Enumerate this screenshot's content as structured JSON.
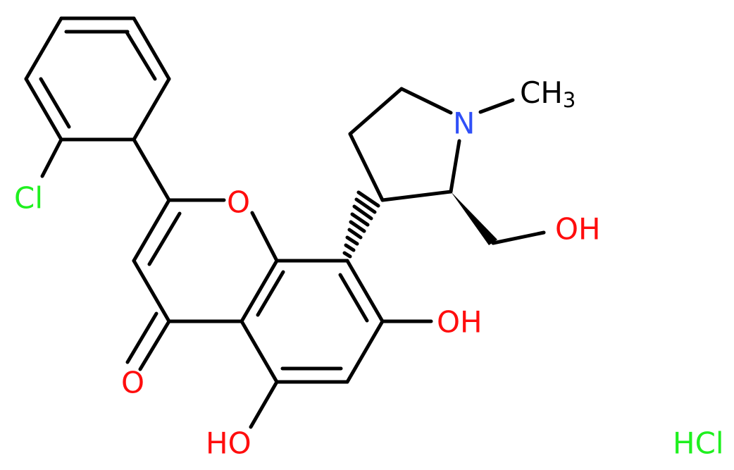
{
  "molecule": {
    "labels": {
      "chlorine": "Cl",
      "ring_oxygen": "O",
      "ketone_oxygen": "O",
      "hydroxyl_5": "HO",
      "hydroxyl_7": "OH",
      "hydroxymethyl": "OH",
      "nitrogen": "N",
      "methyl_main": "CH",
      "methyl_sub": "3",
      "salt": "HCl"
    },
    "colors": {
      "carbon_bond": "#000000",
      "oxygen": "#ff0d0d",
      "nitrogen": "#3050f8",
      "chlorine": "#1ff01f"
    }
  }
}
